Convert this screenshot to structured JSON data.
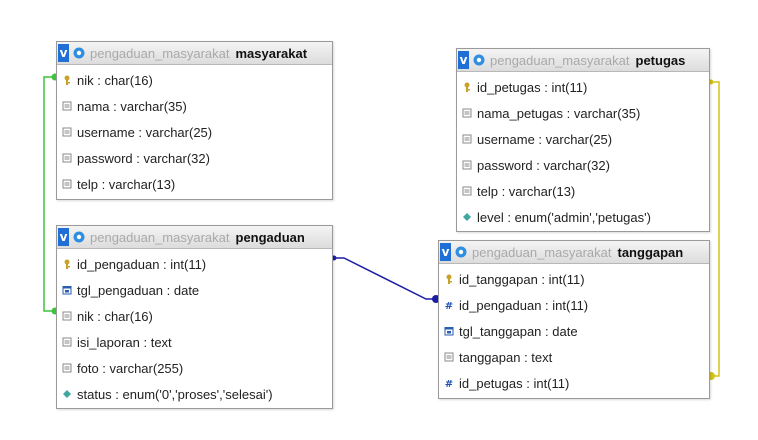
{
  "database": "pengaduan_masyarakat",
  "tables": [
    {
      "id": "masyarakat",
      "name": "masyarakat",
      "columns": [
        {
          "label": "nik : char(16)",
          "icon": "primary-key-icon"
        },
        {
          "label": "nama : varchar(35)",
          "icon": "column-icon"
        },
        {
          "label": "username : varchar(25)",
          "icon": "column-icon"
        },
        {
          "label": "password : varchar(32)",
          "icon": "column-icon"
        },
        {
          "label": "telp : varchar(13)",
          "icon": "column-icon"
        }
      ]
    },
    {
      "id": "pengaduan",
      "name": "pengaduan",
      "columns": [
        {
          "label": "id_pengaduan : int(11)",
          "icon": "primary-key-icon"
        },
        {
          "label": "tgl_pengaduan : date",
          "icon": "date-icon"
        },
        {
          "label": "nik : char(16)",
          "icon": "column-icon"
        },
        {
          "label": "isi_laporan : text",
          "icon": "column-icon"
        },
        {
          "label": "foto : varchar(255)",
          "icon": "column-icon"
        },
        {
          "label": "status : enum('0','proses','selesai')",
          "icon": "enum-icon"
        }
      ]
    },
    {
      "id": "petugas",
      "name": "petugas",
      "columns": [
        {
          "label": "id_petugas : int(11)",
          "icon": "primary-key-icon"
        },
        {
          "label": "nama_petugas : varchar(35)",
          "icon": "column-icon"
        },
        {
          "label": "username : varchar(25)",
          "icon": "column-icon"
        },
        {
          "label": "password : varchar(32)",
          "icon": "column-icon"
        },
        {
          "label": "telp : varchar(13)",
          "icon": "column-icon"
        },
        {
          "label": "level : enum('admin','petugas')",
          "icon": "enum-icon"
        }
      ]
    },
    {
      "id": "tanggapan",
      "name": "tanggapan",
      "columns": [
        {
          "label": "id_tanggapan : int(11)",
          "icon": "primary-key-icon"
        },
        {
          "label": "id_pengaduan : int(11)",
          "icon": "numeric-icon"
        },
        {
          "label": "tgl_tanggapan : date",
          "icon": "date-icon"
        },
        {
          "label": "tanggapan : text",
          "icon": "column-icon"
        },
        {
          "label": "id_petugas : int(11)",
          "icon": "numeric-icon"
        }
      ]
    }
  ],
  "relations": [
    {
      "from": "masyarakat.nik",
      "to": "pengaduan.nik",
      "color": "#3cc43c"
    },
    {
      "from": "pengaduan.id_pengaduan",
      "to": "tanggapan.id_pengaduan",
      "color": "#1c1ca8"
    },
    {
      "from": "petugas.id_petugas",
      "to": "tanggapan.id_petugas",
      "color": "#d4c21c"
    }
  ]
}
